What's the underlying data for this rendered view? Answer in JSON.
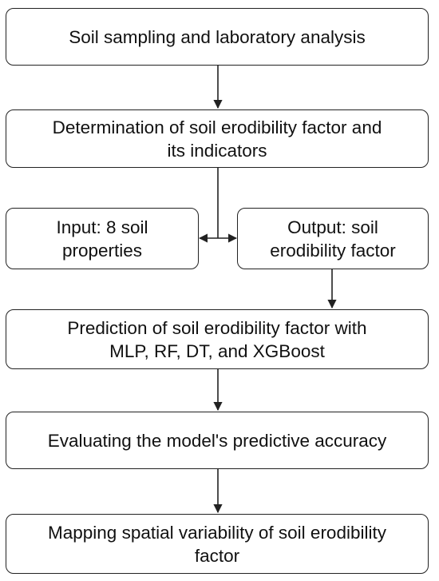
{
  "steps": {
    "sampling": {
      "lines": [
        "Soil sampling and laboratory analysis"
      ]
    },
    "determination": {
      "lines": [
        "Determination of soil erodibility factor and",
        "its indicators"
      ]
    },
    "input": {
      "lines": [
        "Input: 8 soil",
        "properties"
      ]
    },
    "output": {
      "lines": [
        "Output: soil",
        "erodibility factor"
      ]
    },
    "prediction": {
      "lines": [
        "Prediction of soil erodibility factor with",
        "MLP, RF, DT, and XGBoost"
      ]
    },
    "evaluation": {
      "lines": [
        "Evaluating the model's predictive accuracy"
      ]
    },
    "mapping": {
      "lines": [
        "Mapping spatial variability of soil erodibility",
        "factor"
      ]
    }
  },
  "colors": {
    "line": "#222222",
    "text": "#111111",
    "background": "#ffffff"
  }
}
